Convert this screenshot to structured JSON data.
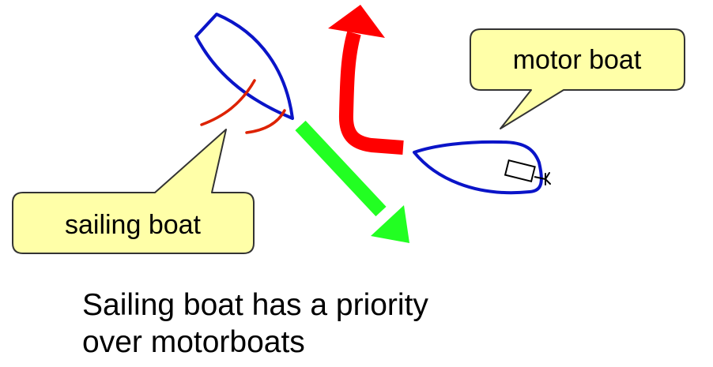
{
  "callouts": {
    "motor_boat": "motor boat",
    "sailing_boat": "sailing boat"
  },
  "caption": {
    "line1": "Sailing boat has a priority",
    "line2": "over motorboats"
  },
  "colors": {
    "boat_hull": "#0a14c8",
    "sail": "#dd2200",
    "give_way_arrow": "#ff0000",
    "stand_on_arrow": "#22ff22",
    "callout_fill": "#ffffa8",
    "callout_stroke": "#333333"
  }
}
